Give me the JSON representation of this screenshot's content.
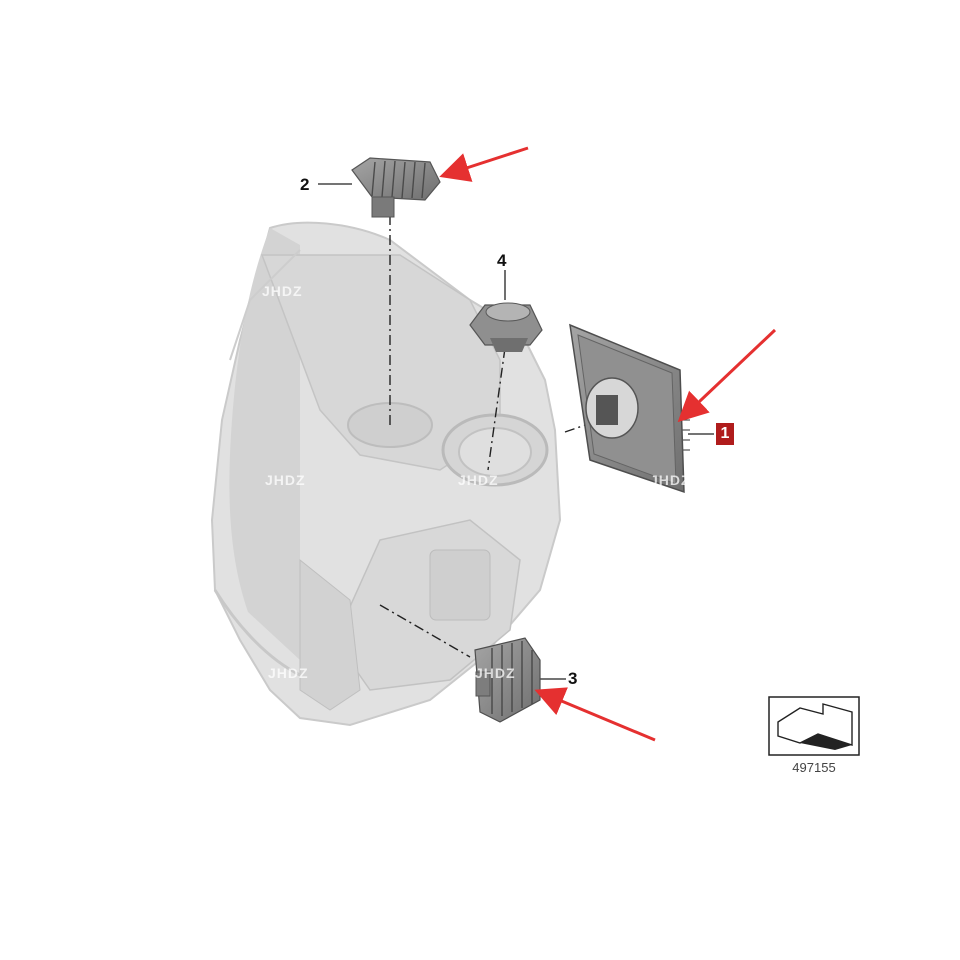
{
  "callouts": {
    "part_1": "1",
    "part_2": "2",
    "part_3": "3",
    "part_4": "4"
  },
  "watermark": "JHDZ",
  "reference_number": "497155",
  "colors": {
    "arrow": "#e53030",
    "label_1_background": "#b01c1c",
    "housing": "#dcdcdc",
    "module": "#8a8a8a"
  }
}
